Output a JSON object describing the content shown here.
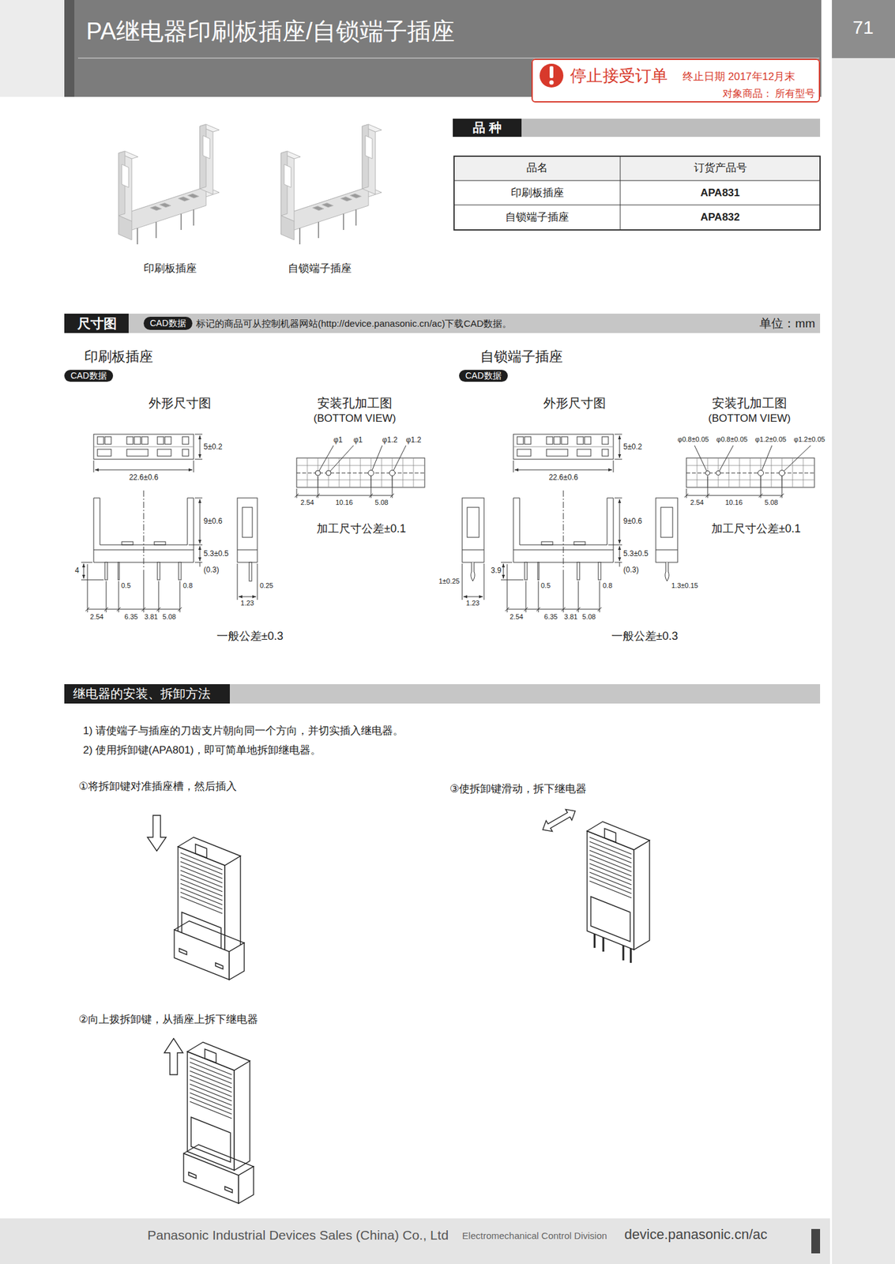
{
  "diagram": {
    "title": "PA继电器印刷板插座/自锁端子插座",
    "nodes": [
      {
        "text": [
          "71"
        ]
      },
      {
        "text": [
          "停止接受订单",
          "终止日期 2017年12月末",
          "对象商品： 所有型号"
        ]
      },
      {
        "text": [
          "品 种"
        ]
      },
      {
        "text": [
          "尺寸图",
          "标记的商品可从控制机器网站(http://device.panasonic.cn/ac)下载CAD数据。",
          "单位：mm"
        ]
      },
      {
        "text": [
          "CAD数据"
        ],
        "in": 3
      },
      {
        "text": [
          "CAD数据"
        ]
      },
      {
        "text": [
          "CAD数据"
        ]
      },
      {
        "text": [
          "继电器的安装、拆卸方法"
        ]
      },
      {
        "text": [
          "Panasonic Industrial Devices Sales (China) Co., Ltd",
          "Electromechanical Control Division",
          "device.panasonic.cn/ac"
        ]
      }
    ],
    "labels": [
      "印刷板插座",
      "自锁端子插座",
      "品名",
      "订货产品号",
      "印刷板插座",
      "APA831",
      "自锁端子插座",
      "APA832",
      "印刷板插座",
      "自锁端子插座",
      "外形尺寸图",
      "安装孔加工图",
      "(BOTTOM VIEW)",
      "外形尺寸图",
      "安装孔加工图",
      "(BOTTOM VIEW)",
      "22.6±0.6",
      "5±0.2",
      "9±0.6",
      "5.3±0.5",
      "(0.3)",
      "4",
      "0.5",
      "0.8",
      "2.54",
      "6.35",
      "3.81",
      "5.08",
      "0.25",
      "1.23",
      "φ1",
      "φ1",
      "φ1.2",
      "φ1.2",
      "2.54",
      "10.16",
      "5.08",
      "加工尺寸公差±0.1",
      "一般公差±0.3",
      "22.6±0.6",
      "5±0.2",
      "9±0.6",
      "5.3±0.5",
      "(0.3)",
      "3.9",
      "1±0.25",
      "1.23",
      "2.54",
      "0.5",
      "6.35",
      "3.81",
      "5.08",
      "0.8",
      "1.3±0.15",
      "φ0.8±0.05",
      "φ0.8±0.05",
      "φ1.2±0.05",
      "φ1.2±0.05",
      "2.54",
      "10.16",
      "5.08",
      "加工尺寸公差±0.1",
      "一般公差±0.3",
      "1) 请使端子与插座的刀齿支片朝向同一个方向，并切实插入继电器。",
      "2) 使用拆卸键(APA801)，即可简单地拆卸继电器。",
      "①将拆卸键对准插座槽，然后插入",
      "③使拆卸键滑动，拆下继电器",
      "②向上拨拆卸键，从插座上拆下继电器"
    ]
  }
}
